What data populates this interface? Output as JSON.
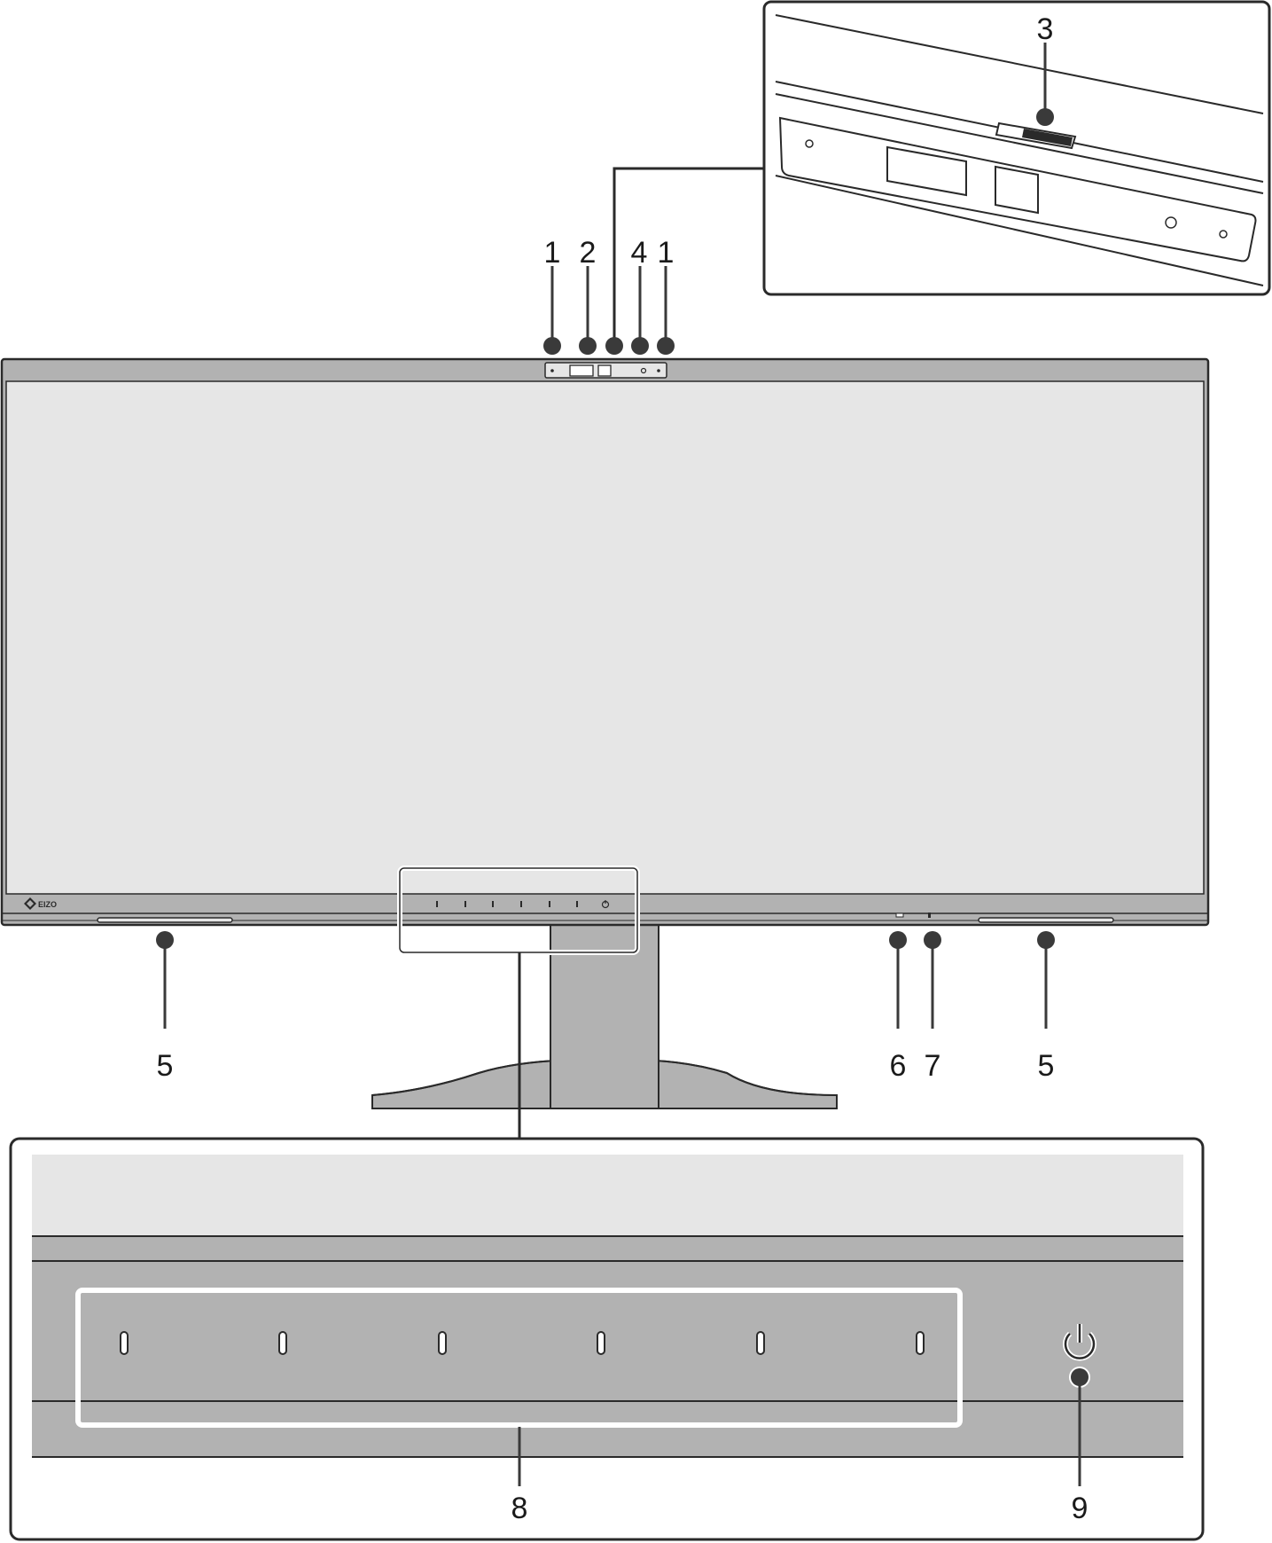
{
  "brand": {
    "logo_text": "EIZO"
  },
  "colors": {
    "outline": "#2a2a2a",
    "bezel": "#b2b2b2",
    "screen": "#e6e6e6",
    "stand": "#b2b2b2",
    "panel_light": "#e6e6e6",
    "callout_dot": "#3a3a3a"
  },
  "callouts": {
    "c1_left": "1",
    "c2": "2",
    "c3": "3",
    "c4": "4",
    "c1_right": "1",
    "c5_left": "5",
    "c6": "6",
    "c7": "7",
    "c5_right": "5",
    "c8": "8",
    "c9": "9"
  },
  "icons": {
    "power": "power-icon",
    "touch_key": "touch-key-icon"
  }
}
